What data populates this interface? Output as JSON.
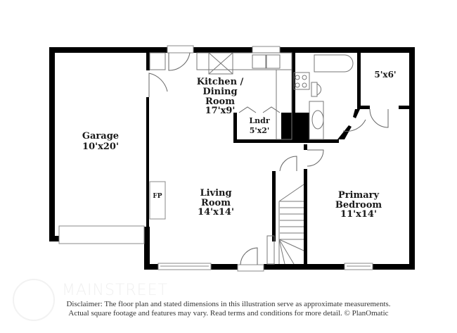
{
  "rooms": {
    "garage": {
      "name": "Garage",
      "dims": "10'x20'"
    },
    "kitchen": {
      "line1": "Kitchen /",
      "line2": "Dining",
      "line3": "Room",
      "dims": "17'x9'"
    },
    "laundry": {
      "name": "Lndr",
      "dims": "5'x2'"
    },
    "closet": {
      "dims": "5'x6'"
    },
    "living": {
      "line1": "Living",
      "line2": "Room",
      "dims": "14'x14'"
    },
    "bedroom": {
      "line1": "Primary",
      "line2": "Bedroom",
      "dims": "11'x14'"
    },
    "fireplace": {
      "label": "FP"
    }
  },
  "watermark": {
    "brand": "MAINSTREET"
  },
  "disclaimer": {
    "line1": "Disclaimer: The floor plan and stated dimensions in this illustration serve as approximate measurements.",
    "line2": "Actual square footage and features may vary. Read terms and conditions for more detail. © PlanOmatic"
  },
  "colors": {
    "wall": "#000000",
    "fixture": "#8a8a8a",
    "background": "#ffffff"
  }
}
